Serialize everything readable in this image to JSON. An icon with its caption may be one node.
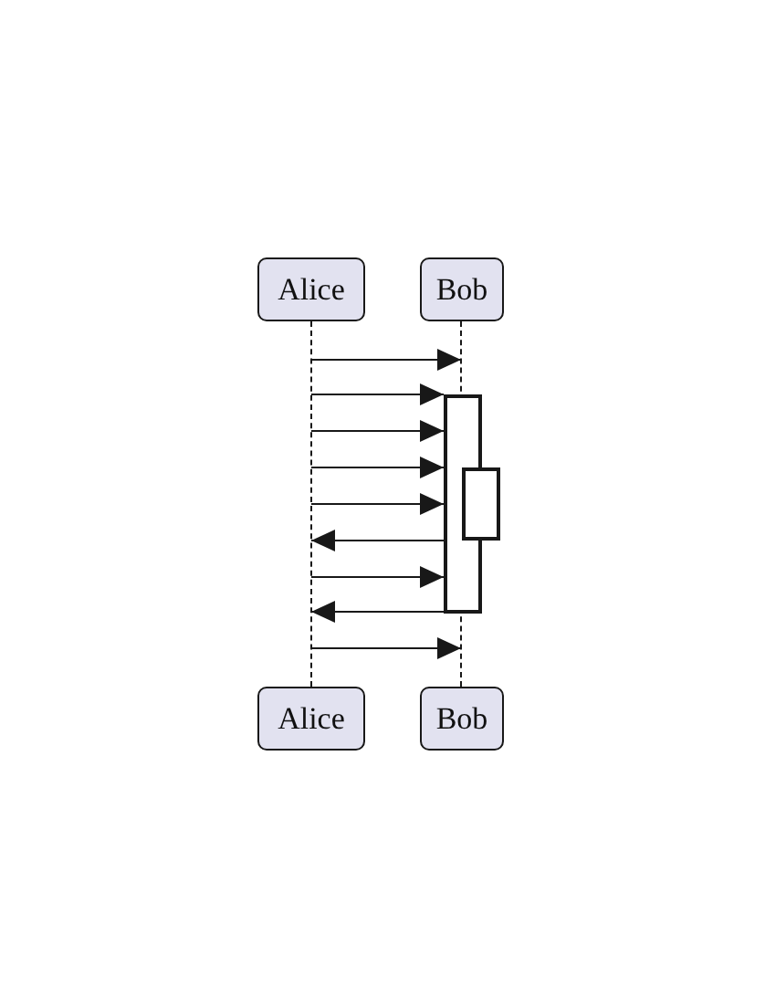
{
  "diagram": {
    "nodes": [
      {
        "text": [
          "Alice"
        ]
      },
      {
        "text": [
          "Bob"
        ]
      },
      {
        "text": [],
        "shape": "line"
      },
      {
        "text": [],
        "shape": "line"
      },
      {
        "text": [],
        "shape": "bar"
      },
      {
        "text": [],
        "shape": "bar"
      },
      {
        "text": [
          "Alice"
        ]
      },
      {
        "text": [
          "Bob"
        ]
      }
    ],
    "edges": [
      {
        "from": 2,
        "to": 3,
        "arrow": "to"
      },
      {
        "from": 2,
        "to": 4,
        "arrow": "to"
      },
      {
        "from": 2,
        "to": 4,
        "arrow": "to"
      },
      {
        "from": 2,
        "to": 4,
        "arrow": "to"
      },
      {
        "from": 2,
        "to": 4,
        "arrow": "to"
      },
      {
        "from": 4,
        "to": 2,
        "arrow": "to"
      },
      {
        "from": 2,
        "to": 4,
        "arrow": "to"
      },
      {
        "from": 4,
        "to": 2,
        "arrow": "to"
      },
      {
        "from": 2,
        "to": 3,
        "arrow": "to"
      }
    ]
  }
}
